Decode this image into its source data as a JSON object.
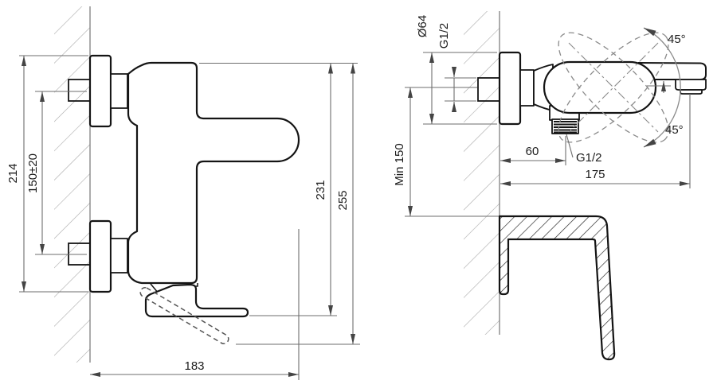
{
  "drawing_title": "wall-mounted-bath-mixer-dimensional-drawing",
  "front_view": {
    "height_overall": "214",
    "inlet_spacing": "150±20",
    "height_to_handle": "231",
    "height_total": "255",
    "depth": "183"
  },
  "side_view": {
    "flange_diameter": "Ø64",
    "inlet_thread": "G1/2",
    "min_height_above_tub": "Min 150",
    "outlet_offset": "60",
    "outlet_thread": "G1/2",
    "spout_reach": "175",
    "swivel_up": "45°",
    "swivel_down": "45°"
  },
  "colors": {
    "outline": "#141414",
    "dimension": "#6e6e6e",
    "hatch": "#aaaaaa",
    "background": "#ffffff"
  }
}
